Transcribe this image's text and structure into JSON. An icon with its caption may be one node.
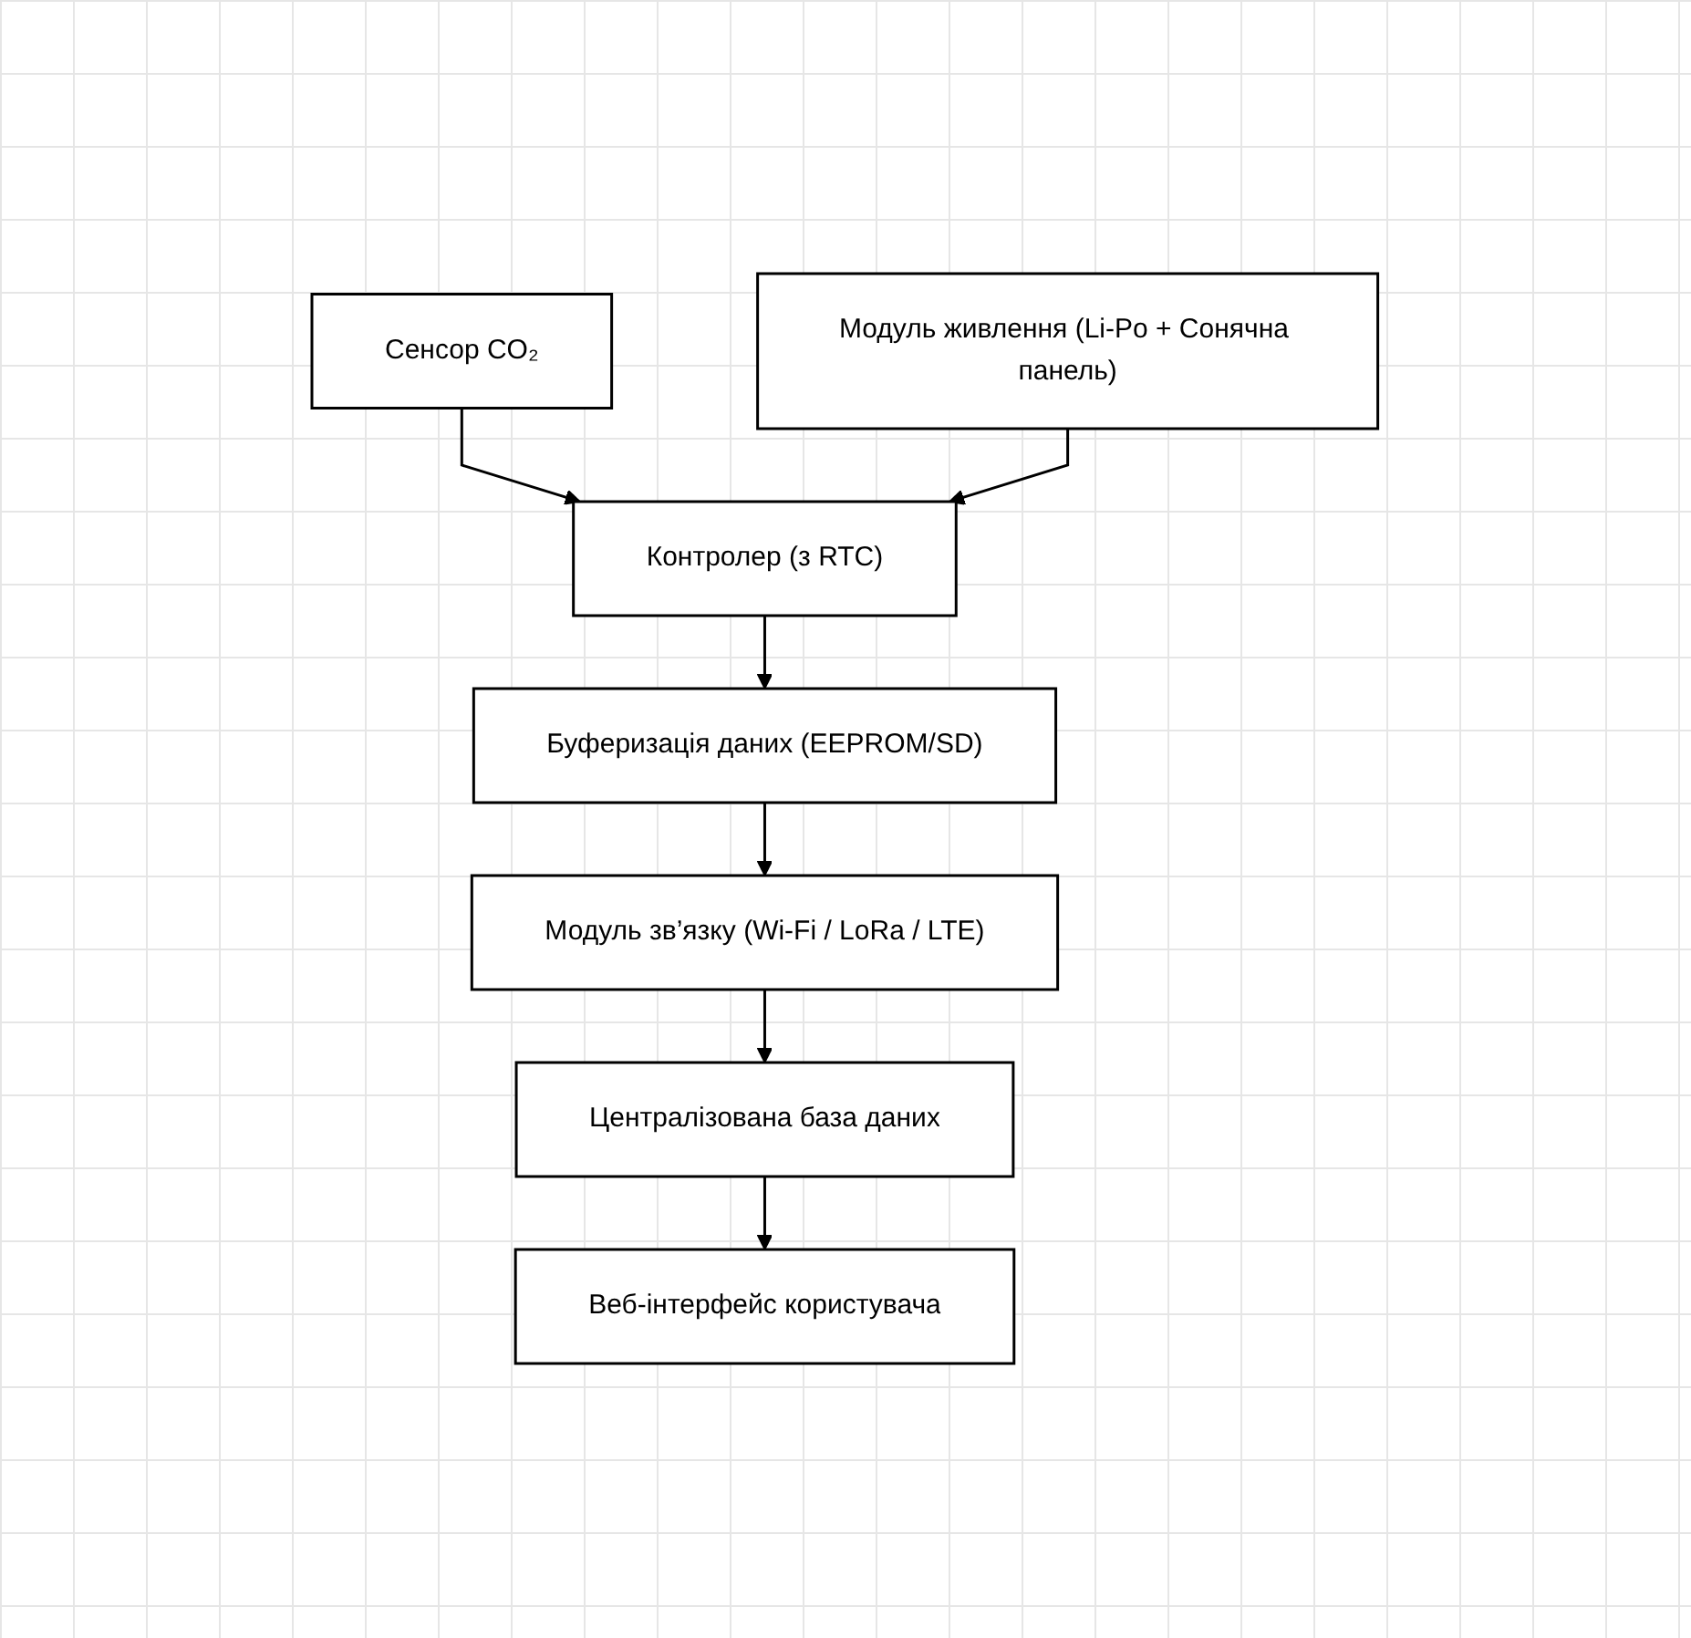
{
  "diagram": {
    "nodes": [
      {
        "text": [
          "Сенсор CO₂"
        ]
      },
      {
        "text": [
          "Модуль живлення (Li-Po + Сонячна панель)"
        ]
      },
      {
        "text": [
          "Контролер (з RTC)"
        ]
      },
      {
        "text": [
          "Буферизація даних (EEPROM/SD)"
        ]
      },
      {
        "text": [
          "Модуль зв’язку (Wi-Fi / LoRa / LTE)"
        ]
      },
      {
        "text": [
          "Централізована база даних"
        ]
      },
      {
        "text": [
          "Веб-інтерфейс користувача"
        ]
      }
    ],
    "edges": [
      {
        "from": 0,
        "to": 2,
        "arrow": "to"
      },
      {
        "from": 1,
        "to": 2,
        "arrow": "to"
      },
      {
        "from": 2,
        "to": 3,
        "arrow": "to"
      },
      {
        "from": 3,
        "to": 4,
        "arrow": "to"
      },
      {
        "from": 4,
        "to": 5,
        "arrow": "to"
      },
      {
        "from": 5,
        "to": 6,
        "arrow": "to"
      }
    ]
  }
}
